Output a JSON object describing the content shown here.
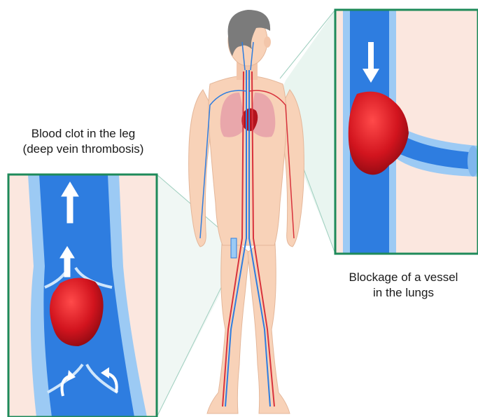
{
  "leg_callout": {
    "line1": "Blood clot in the leg",
    "line2": "(deep vein thrombosis)"
  },
  "lung_callout": {
    "line1": "Blockage of a vessel",
    "line2": "in the lungs"
  },
  "colors": {
    "frame": "#1e8a5a",
    "vein_blue": "#2e7de0",
    "vein_light": "#9ccaf4",
    "clot_red": "#c8101e",
    "skin": "#f8d2b8",
    "hair": "#7b7b7b",
    "callout_bg": "#fbe7df"
  }
}
